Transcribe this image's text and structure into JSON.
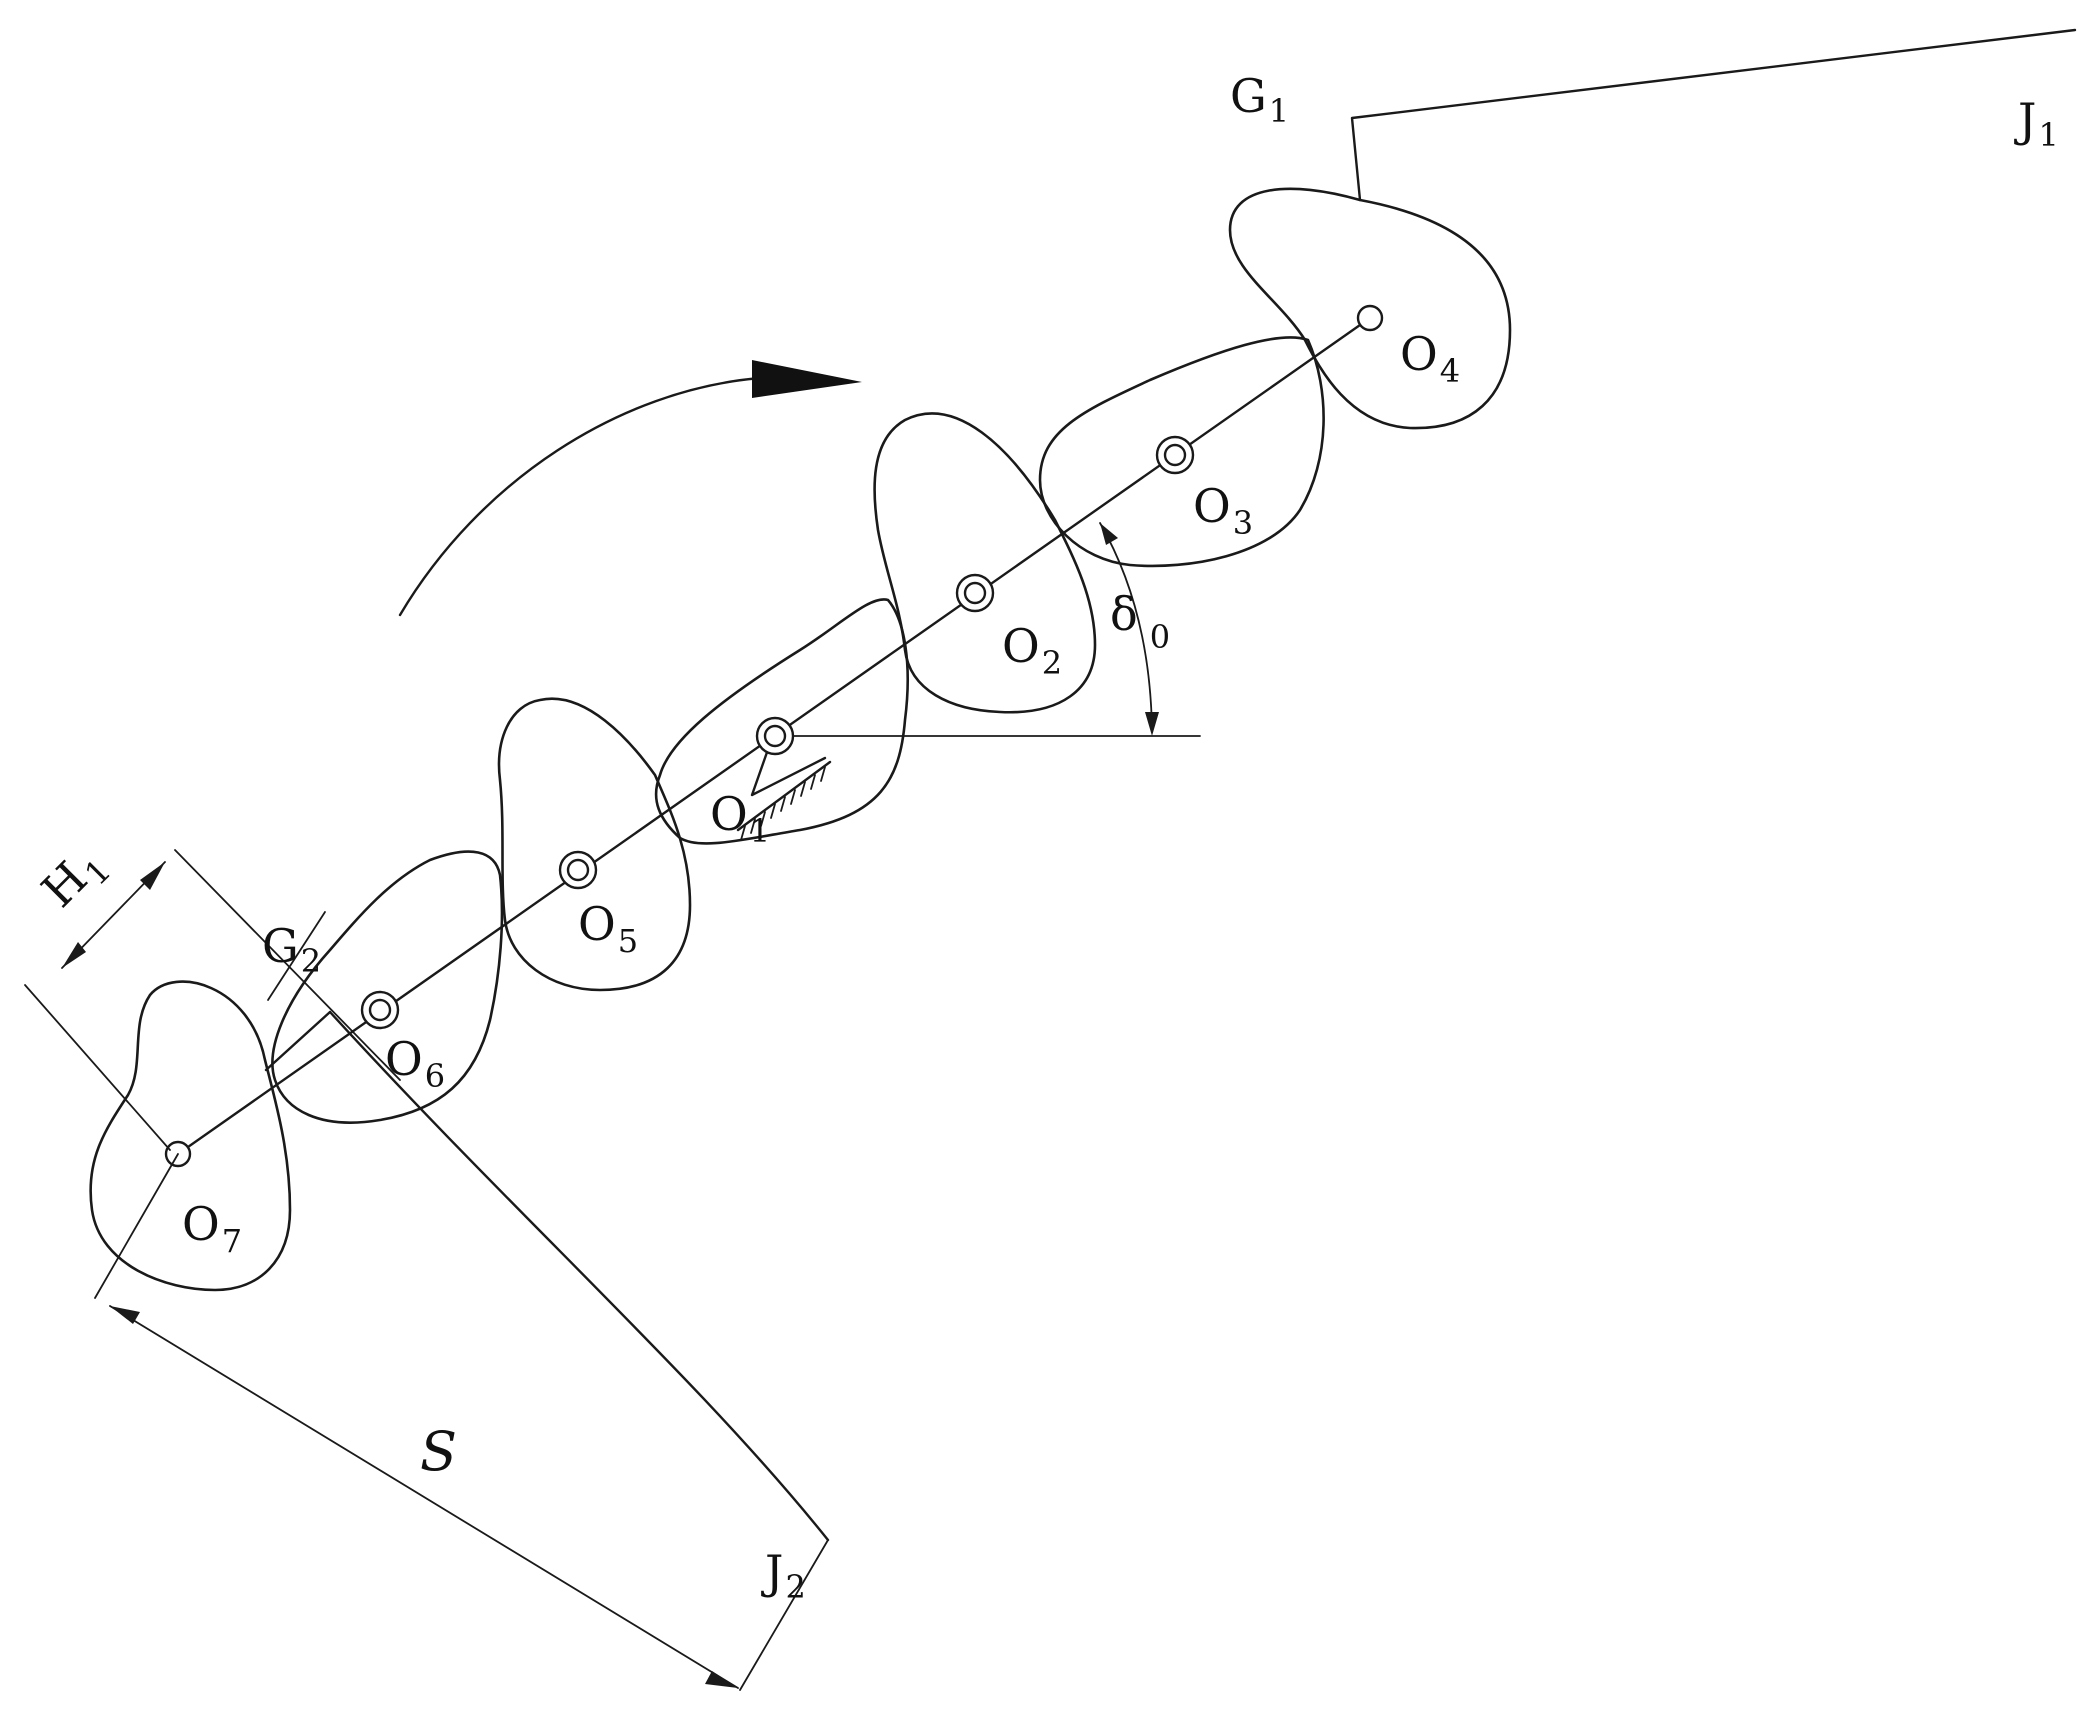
{
  "figure": {
    "rotation_arrow": "clockwise-arrow",
    "points": [
      {
        "id": "O1",
        "base": "O",
        "sub": "1"
      },
      {
        "id": "O2",
        "base": "O",
        "sub": "2"
      },
      {
        "id": "O3",
        "base": "O",
        "sub": "3"
      },
      {
        "id": "O4",
        "base": "O",
        "sub": "4"
      },
      {
        "id": "O5",
        "base": "O",
        "sub": "5"
      },
      {
        "id": "O6",
        "base": "O",
        "sub": "6"
      },
      {
        "id": "O7",
        "base": "O",
        "sub": "7"
      }
    ],
    "labels": {
      "G1": {
        "base": "G",
        "sub": "1"
      },
      "J1": {
        "base": "J",
        "sub": "1"
      },
      "G2": {
        "base": "G",
        "sub": "2"
      },
      "J2": {
        "base": "J",
        "sub": "2"
      },
      "H1": {
        "base": "H",
        "sub": "1"
      },
      "S": "S",
      "delta0": {
        "base": "δ",
        "sub": "0"
      }
    }
  }
}
